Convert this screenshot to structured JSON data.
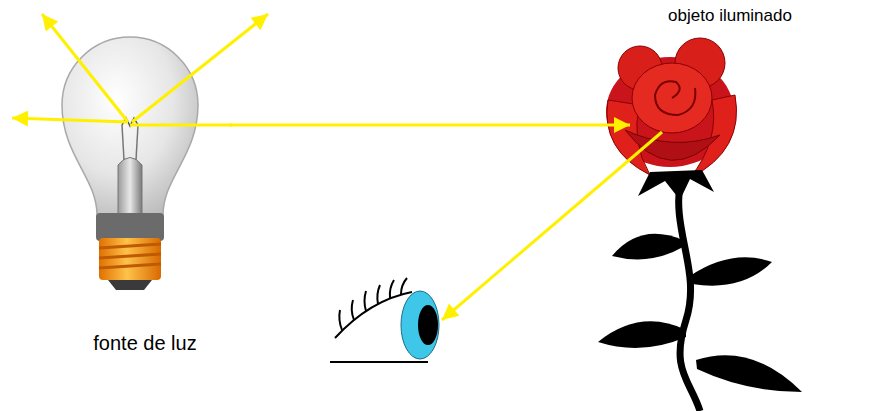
{
  "diagram": {
    "nodes": [
      {
        "text": [
          "fonte de luz"
        ]
      },
      {
        "text": [
          "objeto iluminado"
        ]
      }
    ],
    "edges": [
      {
        "from": 0,
        "to": 1,
        "arrow": "to"
      }
    ]
  }
}
